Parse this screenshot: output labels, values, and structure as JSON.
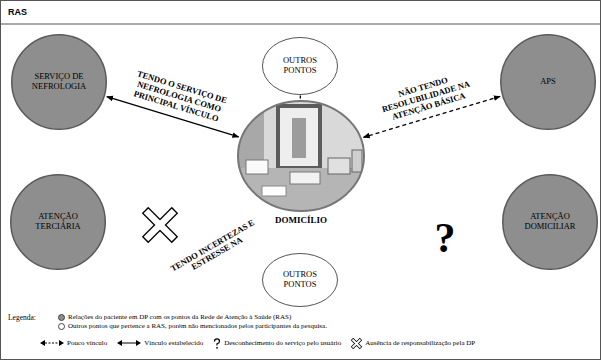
{
  "diagram": {
    "title": "RAS",
    "nodes": [
      {
        "text": [
          "SERVIÇO DE NEFROLOGIA"
        ]
      },
      {
        "text": [
          "OUTROS PONTOS"
        ]
      },
      {
        "text": [
          "APS"
        ]
      },
      {
        "text": [
          "DOMICÍLIO"
        ]
      },
      {
        "text": [
          "ATENÇÃO TERCIÁRIA"
        ]
      },
      {
        "text": [
          "ATENÇÃO DOMICILIAR"
        ]
      },
      {
        "text": [
          "OUTROS PONTOS"
        ]
      }
    ],
    "edges": [
      {
        "from": 0,
        "to": 3,
        "label": "TENDO O SERVIÇO DE NEFROLOGIA COMO PRINCIPAL VÍNCULO",
        "arrow": "both"
      },
      {
        "from": 2,
        "to": 3,
        "label": "NÃO TENDO RESOLUBILIDADE NA ATENÇÃO BÁSICA",
        "arrow": "both"
      },
      {
        "from": 1,
        "to": 3,
        "arrow": "none"
      }
    ],
    "labels": [
      "TENDO INCERTEZAS E ESTRESSE NA",
      "?",
      "Legenda:"
    ],
    "legend": [
      {
        "text": "Relações do paciente em DP com os pontos da Rede de Atenção à Saúde (RAS)",
        "color": "#8e8e8e"
      },
      {
        "text": "Outros pontos que pertence a RAS, porém não mencionados pelos participantes da pesquisa.",
        "color": "#ffffff"
      },
      {
        "text": "Pouco vínculo"
      },
      {
        "text": "Vínculo estabelecido"
      },
      {
        "text": "Desconhecimento do serviço pelo usuário"
      },
      {
        "text": "Ausência de responsabilização pela DP"
      }
    ]
  }
}
